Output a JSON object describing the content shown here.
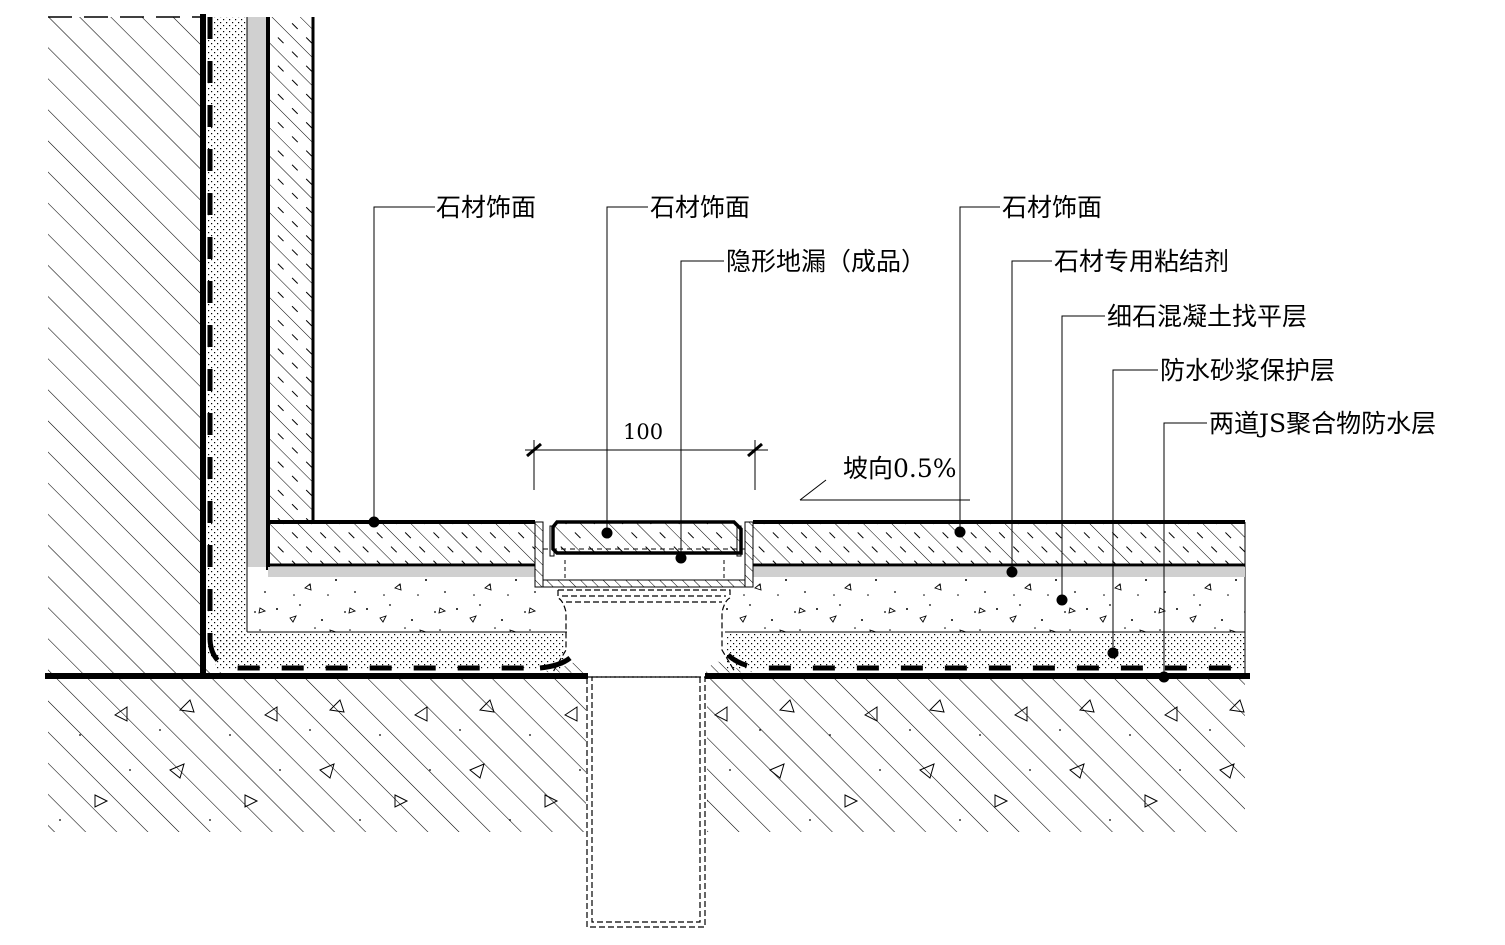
{
  "title": "隐形地漏节点详图",
  "colors": {
    "line": "#000000",
    "adhesive": "#d0d0d0",
    "background": "#ffffff"
  },
  "labels": [
    {
      "id": "stone-finish-left",
      "text": "石材饰面"
    },
    {
      "id": "stone-finish-drain",
      "text": "石材饰面"
    },
    {
      "id": "invisible-drain",
      "text": "隐形地漏（成品）"
    },
    {
      "id": "stone-finish-right",
      "text": "石材饰面"
    },
    {
      "id": "stone-adhesive",
      "text": "石材专用粘结剂"
    },
    {
      "id": "fine-concrete-screed",
      "text": "细石混凝土找平层"
    },
    {
      "id": "waterproof-mortar",
      "text": "防水砂浆保护层"
    },
    {
      "id": "js-waterproofing",
      "text": "两道JS聚合物防水层"
    }
  ],
  "dimension": {
    "value": "100"
  },
  "slope": {
    "text": "坡向0.5%"
  }
}
